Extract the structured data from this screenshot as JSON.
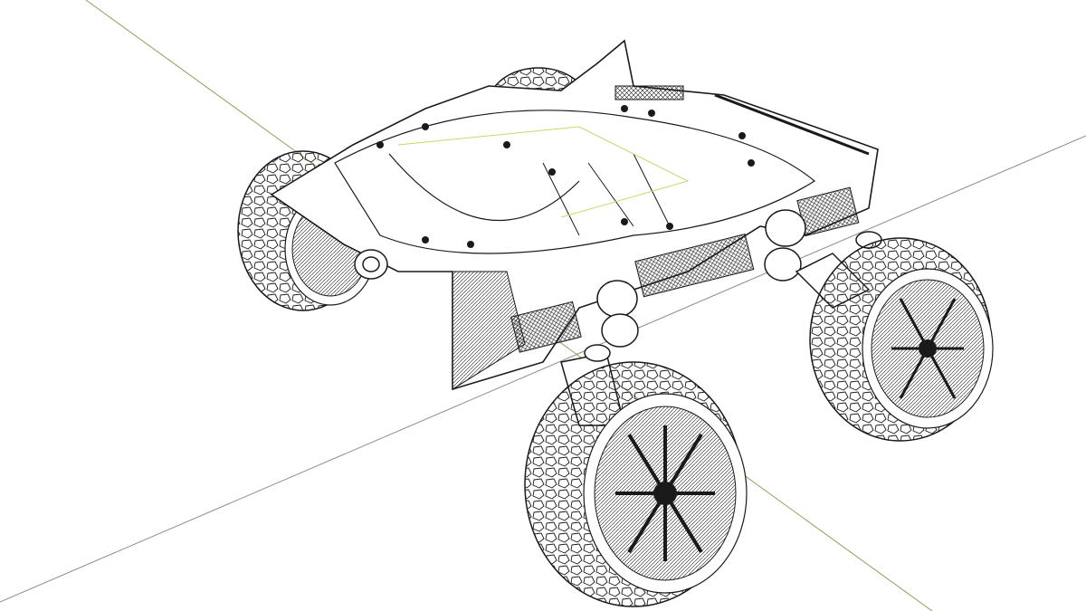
{
  "viewport": {
    "background": "#ffffff",
    "line_color": "#1a1a1a",
    "axis_green": "#9a9a5a",
    "axis_grey": "#8c8c8c",
    "guide_color": "#c8d86a"
  },
  "model": {
    "parts": [
      "chassis",
      "front-left-wheel",
      "front-right-wheel",
      "rear-left-wheel",
      "rear-right-wheel",
      "mesh-grilles",
      "exhaust-pipes"
    ]
  }
}
